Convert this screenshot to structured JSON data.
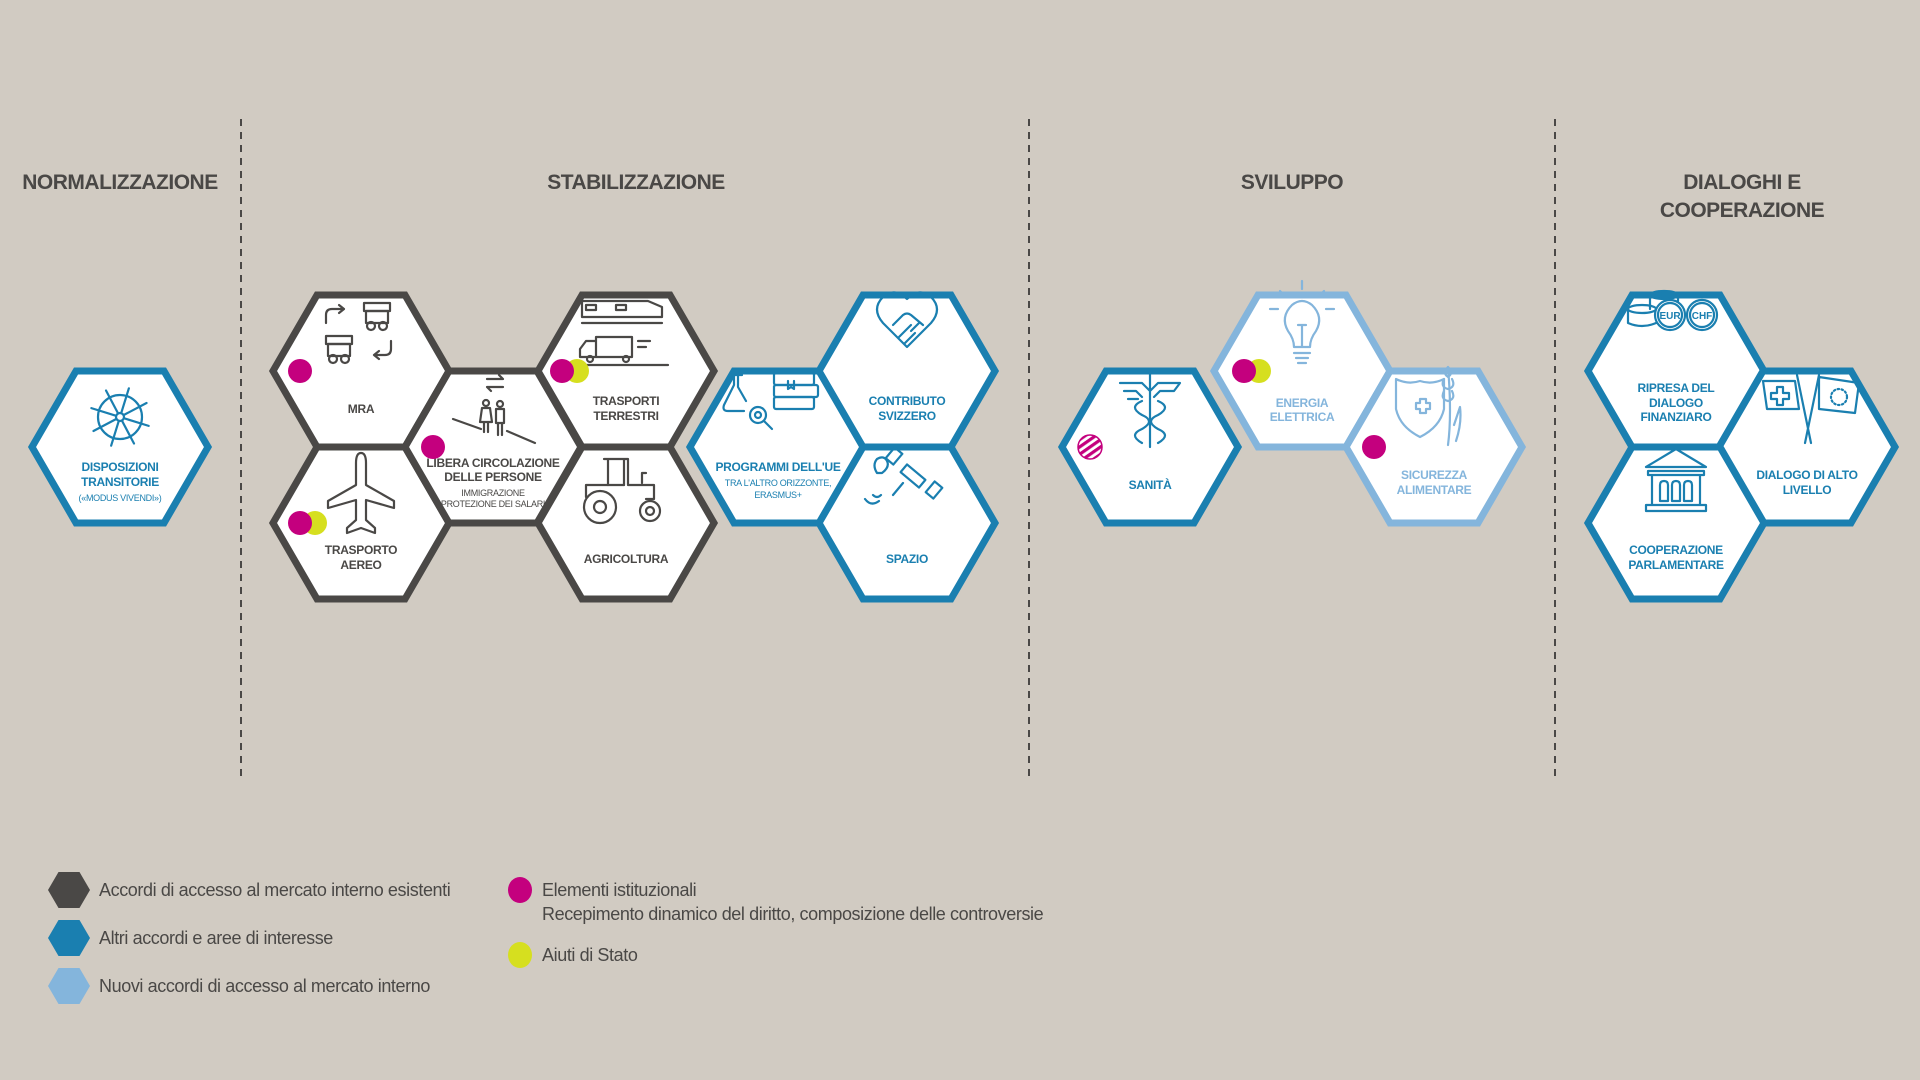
{
  "colors": {
    "background": "#d1cbc2",
    "existing": "#4a4846",
    "other": "#1a7fb0",
    "new": "#84b5dc",
    "institutional": "#c4007e",
    "state_aid": "#d6df1f"
  },
  "sections": [
    {
      "lines": [
        "NORMALIZZAZIONE"
      ]
    },
    {
      "lines": [
        "STABILIZZAZIONE"
      ]
    },
    {
      "lines": [
        "SVILUPPO"
      ]
    },
    {
      "lines": [
        "DIALOGHI E",
        "COOPERAZIONE"
      ]
    }
  ],
  "hexes": [
    {
      "lines": [
        "DISPOSIZIONI",
        "TRANSITORIE"
      ],
      "sub": [
        "(«MODUS VIVENDI»)"
      ],
      "category": "other",
      "dots": [],
      "icon": "ship-wheel-icon"
    },
    {
      "lines": [
        "MRA"
      ],
      "sub": [],
      "category": "existing",
      "dots": [
        "institutional"
      ],
      "icon": "market-stall-exchange-icon"
    },
    {
      "lines": [
        "TRASPORTO",
        "AEREO"
      ],
      "sub": [],
      "category": "existing",
      "dots": [
        "institutional",
        "state_aid"
      ],
      "icon": "airplane-icon"
    },
    {
      "lines": [
        "LIBERA CIRCOLAZIONE",
        "DELLE PERSONE"
      ],
      "sub": [
        "IMMIGRAZIONE",
        "PROTEZIONE DEI SALARI"
      ],
      "category": "existing",
      "dots": [
        "institutional"
      ],
      "icon": "people-exchange-icon"
    },
    {
      "lines": [
        "TRASPORTI",
        "TERRESTRI"
      ],
      "sub": [],
      "category": "existing",
      "dots": [
        "institutional",
        "state_aid"
      ],
      "icon": "train-truck-icon"
    },
    {
      "lines": [
        "AGRICOLTURA"
      ],
      "sub": [],
      "category": "existing",
      "dots": [],
      "icon": "tractor-icon"
    },
    {
      "lines": [
        "PROGRAMMI DELL'UE"
      ],
      "sub": [
        "TRA L'ALTRO ORIZZONTE,",
        "ERASMUS+"
      ],
      "category": "other",
      "dots": [],
      "icon": "research-books-icon"
    },
    {
      "lines": [
        "CONTRIBUTO",
        "SVIZZERO"
      ],
      "sub": [],
      "category": "other",
      "dots": [],
      "icon": "heart-handshake-icon"
    },
    {
      "lines": [
        "SPAZIO"
      ],
      "sub": [],
      "category": "other",
      "dots": [],
      "icon": "satellite-icon"
    },
    {
      "lines": [
        "SANITÀ"
      ],
      "sub": [],
      "category": "other",
      "dots": [
        "institutional_striped"
      ],
      "icon": "caduceus-icon"
    },
    {
      "lines": [
        "ENERGIA",
        "ELETTRICA"
      ],
      "sub": [],
      "category": "new",
      "dots": [
        "institutional",
        "state_aid"
      ],
      "icon": "lightbulb-icon"
    },
    {
      "lines": [
        "SICUREZZA",
        "ALIMENTARE"
      ],
      "sub": [],
      "category": "new",
      "dots": [
        "institutional"
      ],
      "icon": "shield-wheat-icon"
    },
    {
      "lines": [
        "RIPRESA DEL",
        "DIALOGO",
        "FINANZIARO"
      ],
      "sub": [],
      "category": "other",
      "dots": [],
      "icon": "coins-icon",
      "icon_text": [
        "EUR",
        "CHF"
      ]
    },
    {
      "lines": [
        "DIALOGO DI ALTO",
        "LIVELLO"
      ],
      "sub": [],
      "category": "other",
      "dots": [],
      "icon": "flags-icon"
    },
    {
      "lines": [
        "COOPERAZIONE",
        "PARLAMENTARE"
      ],
      "sub": [],
      "category": "other",
      "dots": [],
      "icon": "parliament-icon"
    }
  ],
  "legend": {
    "categories": [
      {
        "key": "existing",
        "label": "Accordi di accesso al mercato interno esistenti"
      },
      {
        "key": "other",
        "label": "Altri accordi e aree di interesse"
      },
      {
        "key": "new",
        "label": "Nuovi accordi di accesso al mercato interno"
      }
    ],
    "dots": [
      {
        "key": "institutional",
        "label": "Elementi istituzionali",
        "detail": "Recepimento dinamico del diritto, composizione delle controversie"
      },
      {
        "key": "state_aid",
        "label": "Aiuti di Stato",
        "detail": ""
      }
    ]
  }
}
